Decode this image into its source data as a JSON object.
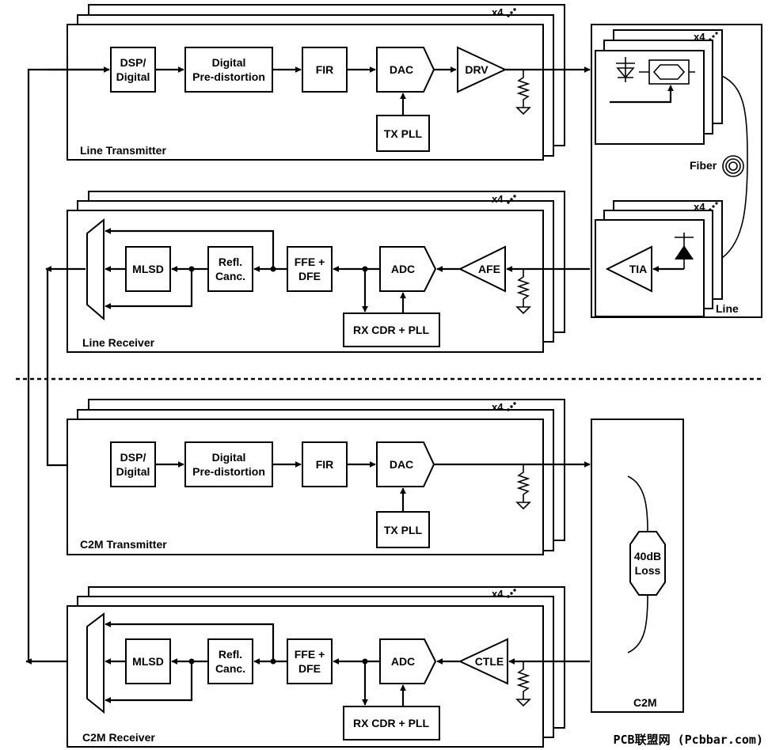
{
  "sections": {
    "line_transmitter": "Line Transmitter",
    "line_receiver": "Line Receiver",
    "c2m_transmitter": "C2M Transmitter",
    "c2m_receiver": "C2M Receiver"
  },
  "multiplier": "x4",
  "blocks": {
    "dsp_l1": "DSP/",
    "dsp_l2": "Digital",
    "dpd_l1": "Digital",
    "dpd_l2": "Pre-distortion",
    "fir": "FIR",
    "dac": "DAC",
    "drv": "DRV",
    "tx_pll": "TX PLL",
    "mlsd": "MLSD",
    "refl_l1": "Refl.",
    "refl_l2": "Canc.",
    "ffe_l1": "FFE +",
    "ffe_l2": "DFE",
    "adc": "ADC",
    "afe": "AFE",
    "ctle": "CTLE",
    "rx_cdr": "RX CDR + PLL",
    "tia": "TIA"
  },
  "channel": {
    "fiber": "Fiber",
    "line": "Line",
    "loss_l1": "40dB",
    "loss_l2": "Loss",
    "c2m": "C2M"
  },
  "watermark": "PCB联盟网 (Pcbbar.com)"
}
